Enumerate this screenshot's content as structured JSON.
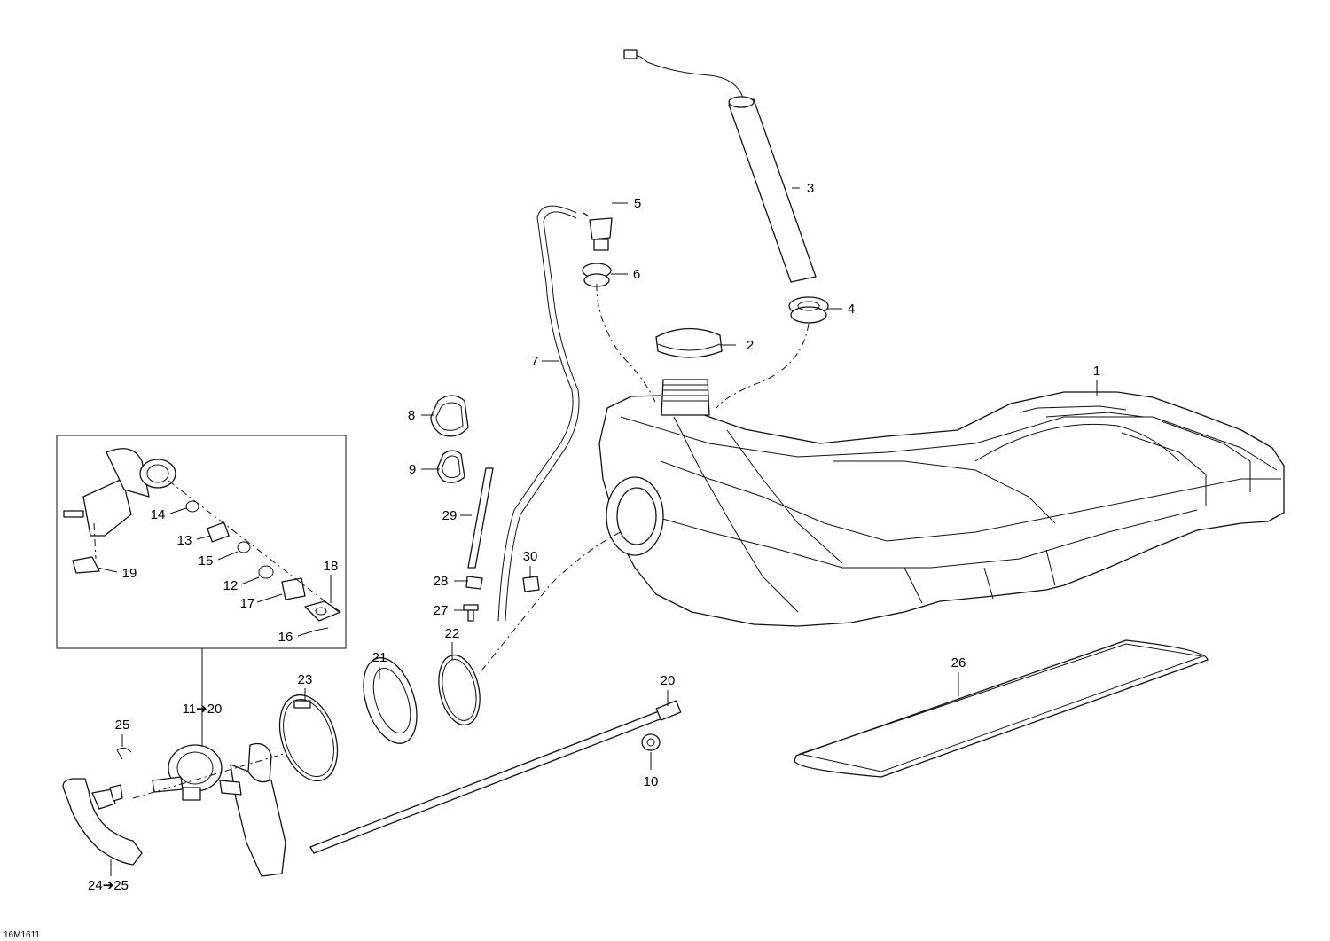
{
  "document_code": "16M1611",
  "callouts": [
    "1",
    "2",
    "3",
    "4",
    "5",
    "6",
    "7",
    "8",
    "9",
    "10",
    "11➔20",
    "12",
    "13",
    "14",
    "15",
    "16",
    "17",
    "18",
    "19",
    "20",
    "21",
    "22",
    "23",
    "24➔25",
    "25",
    "26",
    "27",
    "28",
    "29",
    "30"
  ]
}
